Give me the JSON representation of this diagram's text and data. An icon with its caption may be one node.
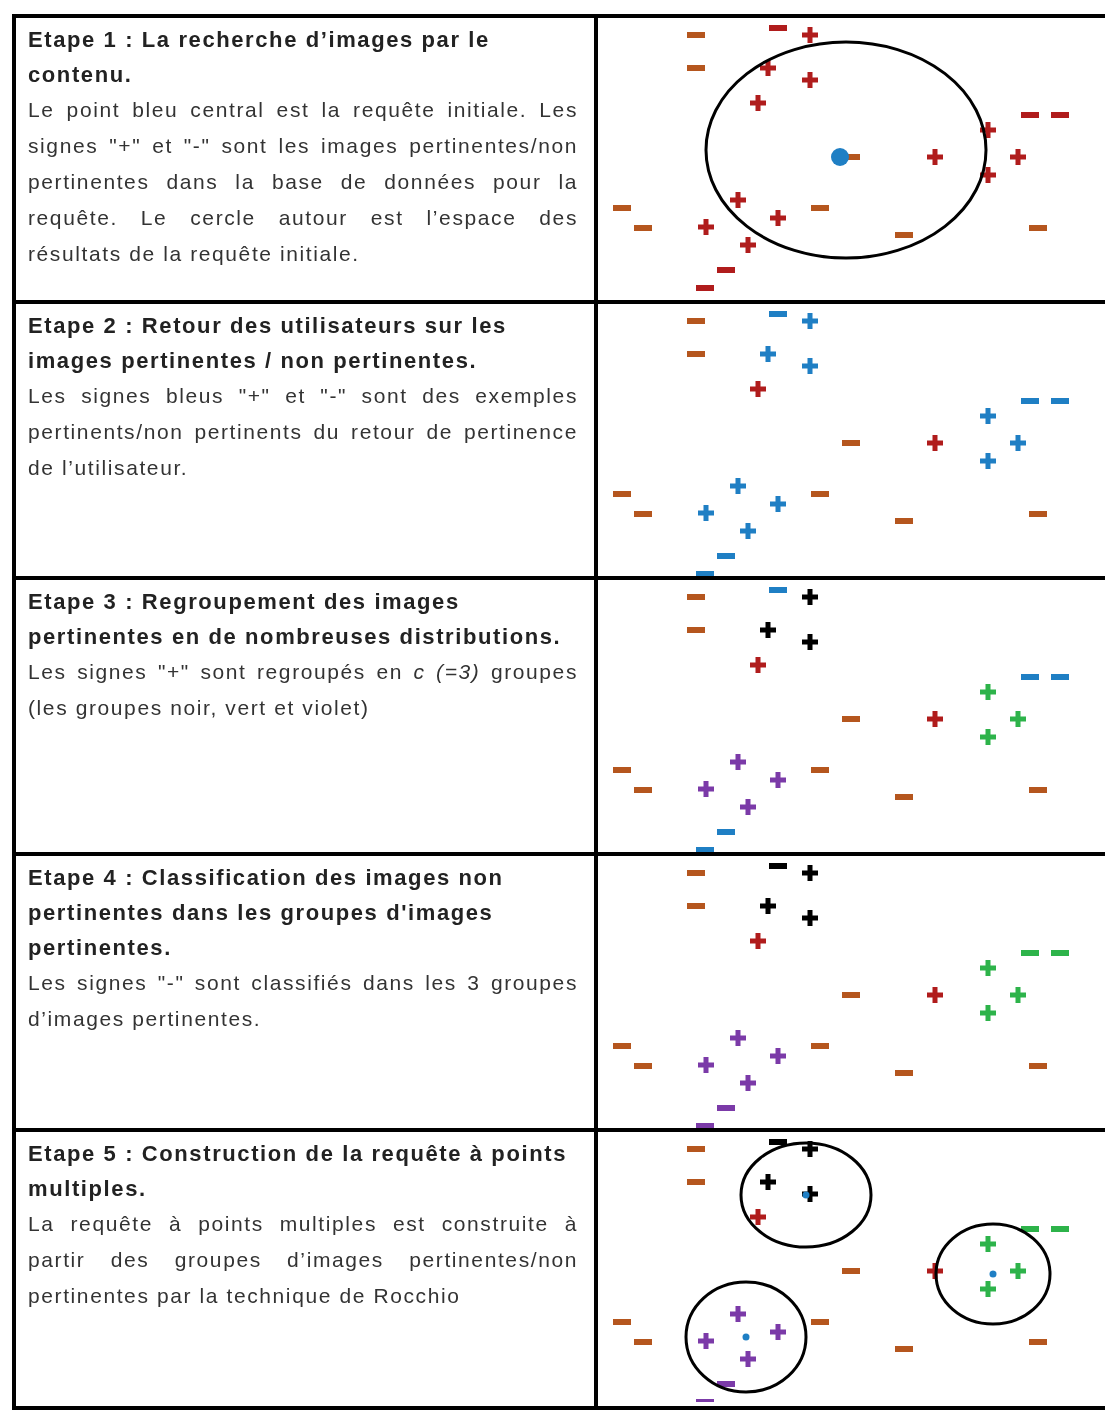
{
  "diagram": {
    "labels": [
      "Etape 1 : La recherche d’images par le contenu.",
      "Le point bleu central est la requête initiale. Les signes \"+\" et \"-\" sont les images pertinentes/non pertinentes dans la base de données pour la requête. Le cercle autour est l’espace des résultats de la requête initiale.",
      "Etape 2 : Retour des utilisateurs sur les images pertinentes / non pertinentes.",
      "Les signes bleus \"+\" et \"-\" sont des exemples pertinents/non pertinents du retour de pertinence de l’utilisateur.",
      "Etape 3 : Regroupement des images pertinentes en de nombreuses distributions.",
      "Les signes \"+\" sont regroupés en *c (=3)* groupes (les groupes noir, vert et violet)",
      "Etape 4 : Classification des images non pertinentes dans les groupes d'images pertinentes.",
      "Les signes \"-\" sont classifiés dans les 3 groupes d’images pertinentes.",
      "Etape 5 : Construction de la requête à points multiples.",
      "La requête à points multiples est construite à partir des groupes d’images pertinentes/non pertinentes par la technique de Rocchio"
    ]
  }
}
